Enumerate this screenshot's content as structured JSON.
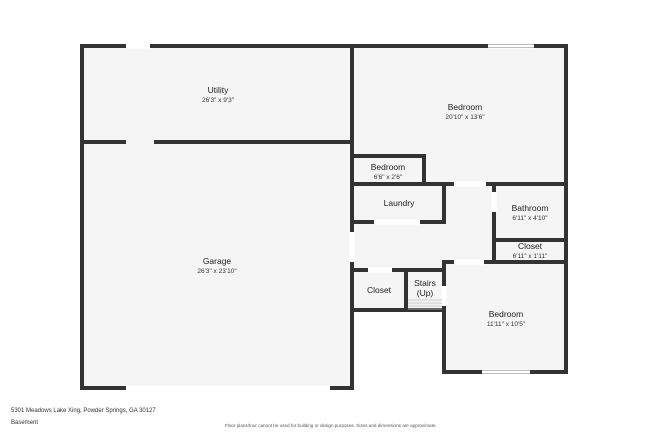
{
  "rooms": {
    "utility": {
      "name": "Utility",
      "dims": "26'3\" x 9'3\""
    },
    "bedroom_top": {
      "name": "Bedroom",
      "dims": "20'10\" x 13'6\""
    },
    "bedroom_small": {
      "name": "Bedroom",
      "dims": "6'6\" x 2'6\""
    },
    "laundry": {
      "name": "Laundry"
    },
    "bathroom": {
      "name": "Bathroom",
      "dims": "6'11\" x 4'10\""
    },
    "closet_right": {
      "name": "Closet",
      "dims": "6'11\" x 1'11\""
    },
    "garage": {
      "name": "Garage",
      "dims": "26'3\" x 23'10\""
    },
    "closet_left": {
      "name": "Closet"
    },
    "stairs": {
      "name": "Stairs",
      "note": "(Up)"
    },
    "bedroom_bottom": {
      "name": "Bedroom",
      "dims": "11'11\" x 10'5\""
    }
  },
  "footer": {
    "address": "5301 Meadows Lake Xing, Powder Springs, GA 30127",
    "floor": "Basement",
    "disclaimer": "Floor plans/tour cannot be used for building or design purposes. Sizes and dimensions are approximate."
  },
  "colors": {
    "wall": "#333333",
    "floor": "#f5f5f5",
    "window": "#cccccc"
  }
}
